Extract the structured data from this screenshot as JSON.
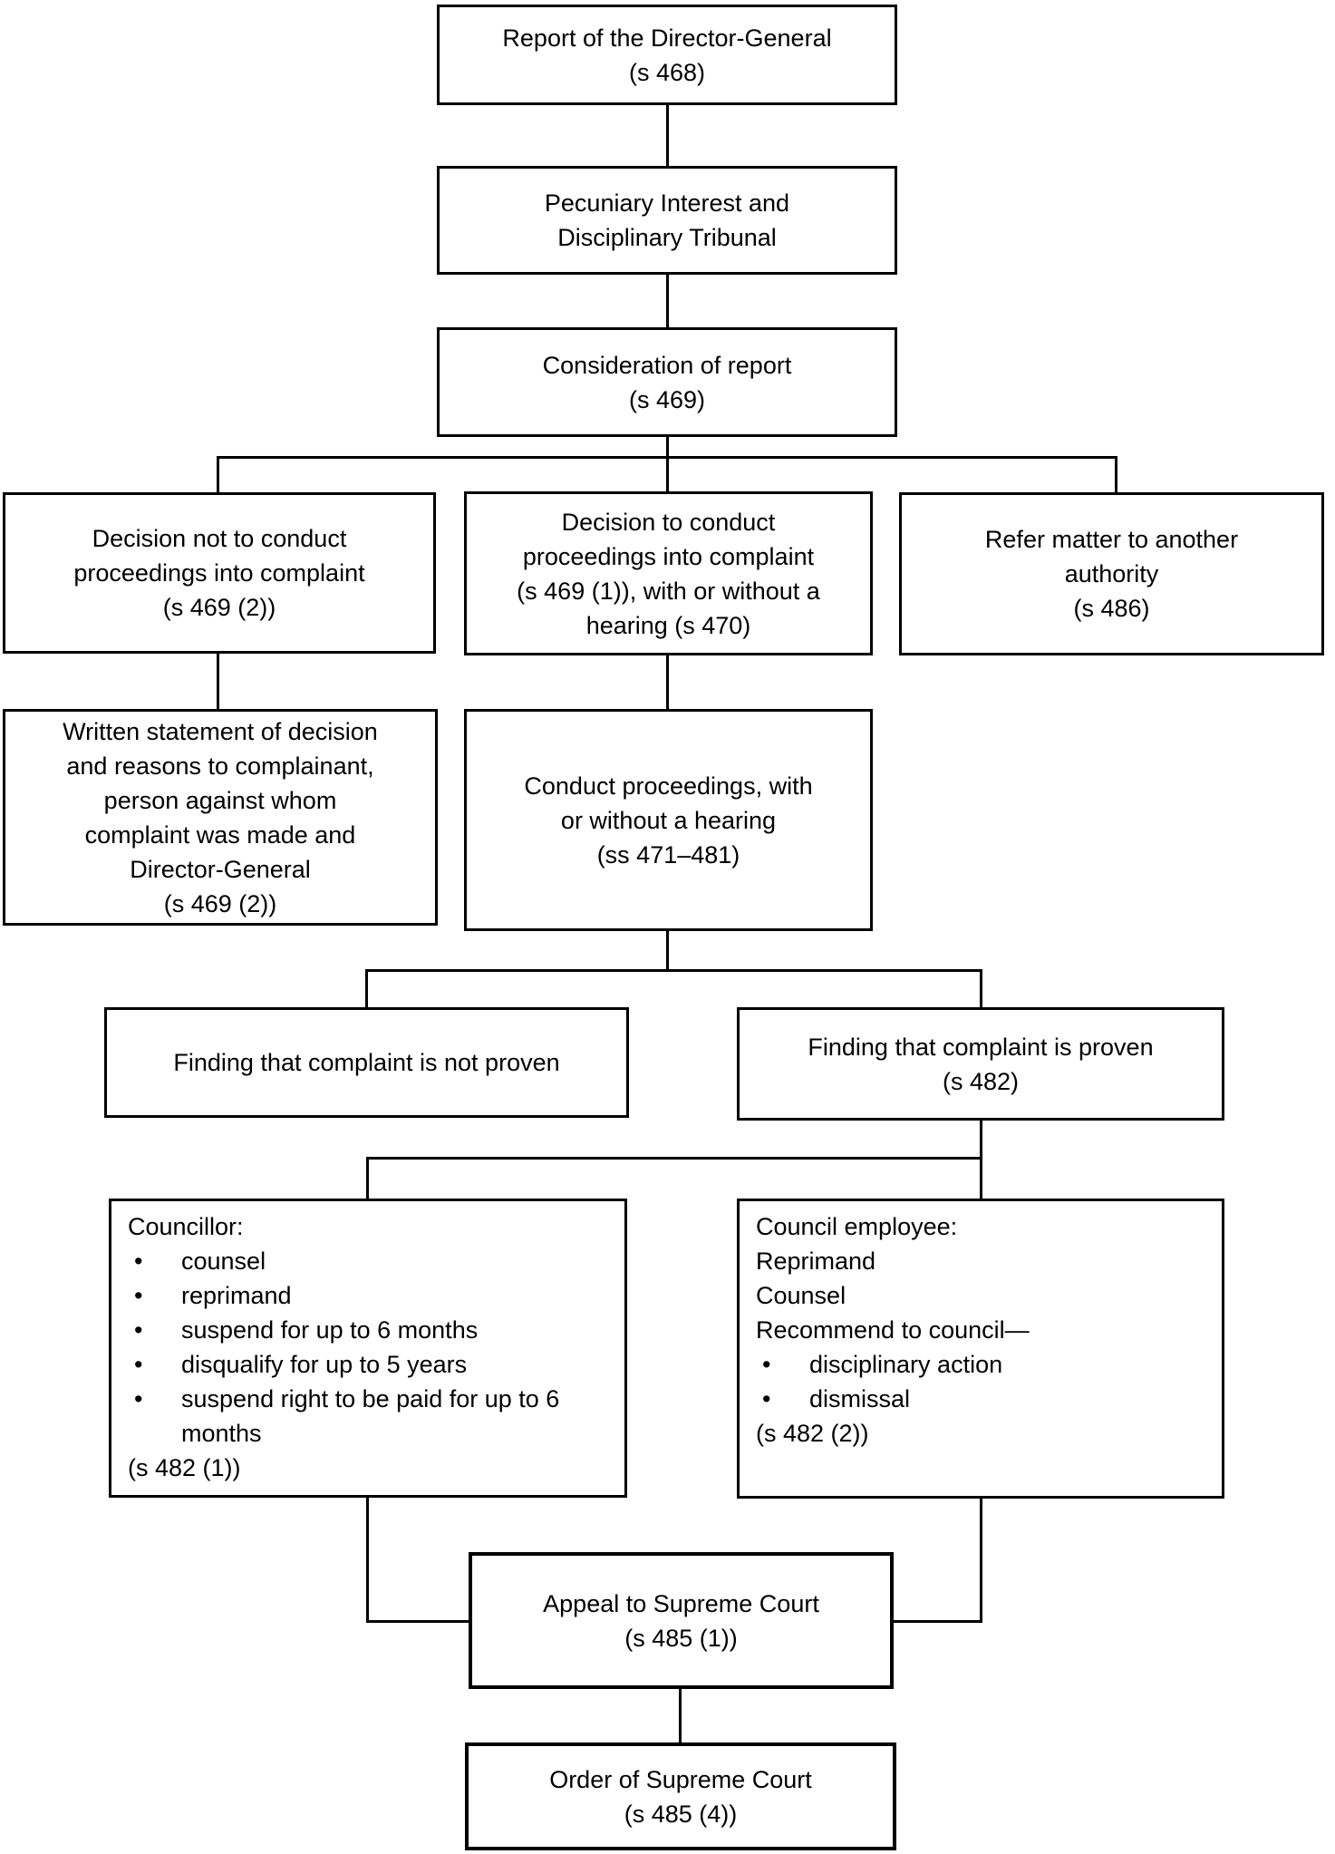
{
  "colors": {
    "line": "#000000",
    "background": "#ffffff"
  },
  "bullet_char": "•",
  "boxes": {
    "report": {
      "lines": [
        "Report of the Director-General",
        "(s 468)"
      ]
    },
    "tribunal": {
      "lines": [
        "Pecuniary Interest and",
        "Disciplinary Tribunal"
      ]
    },
    "consideration": {
      "lines": [
        "Consideration of report",
        "(s 469)"
      ]
    },
    "decision_not_to_conduct": {
      "lines": [
        "Decision not to conduct",
        "proceedings into complaint",
        "(s 469 (2))"
      ]
    },
    "decision_to_conduct": {
      "lines": [
        "Decision to conduct",
        "proceedings into complaint",
        "(s 469 (1)), with or without a",
        "hearing (s 470)"
      ]
    },
    "refer_matter": {
      "lines": [
        "Refer matter to another",
        "authority",
        "(s 486)"
      ]
    },
    "written_statement": {
      "lines": [
        "Written statement of decision",
        "and reasons to complainant,",
        "person against whom",
        "complaint was made and",
        "Director-General",
        "(s 469 (2))"
      ]
    },
    "conduct_proceedings": {
      "lines": [
        "Conduct proceedings, with",
        "or without a hearing",
        "(ss 471–481)"
      ]
    },
    "finding_not_proven": {
      "lines": [
        "Finding that complaint is not proven"
      ]
    },
    "finding_proven": {
      "lines": [
        "Finding that complaint is proven",
        "(s 482)"
      ]
    },
    "councillor": {
      "heading": "Councillor:",
      "bullets": [
        "counsel",
        "reprimand",
        "suspend for up to 6 months",
        "disqualify for up to 5 years",
        "suspend right to be paid for up to 6 months"
      ],
      "footer": "(s 482 (1))"
    },
    "council_employee": {
      "heading": "Council employee:",
      "plain_lines": [
        "Reprimand",
        "Counsel",
        "Recommend to council—"
      ],
      "bullets": [
        "disciplinary action",
        "dismissal"
      ],
      "footer": "(s 482 (2))"
    },
    "appeal": {
      "lines": [
        "Appeal to Supreme Court",
        "(s 485 (1))"
      ]
    },
    "order": {
      "lines": [
        "Order of Supreme Court",
        "(s 485 (4))"
      ]
    }
  }
}
